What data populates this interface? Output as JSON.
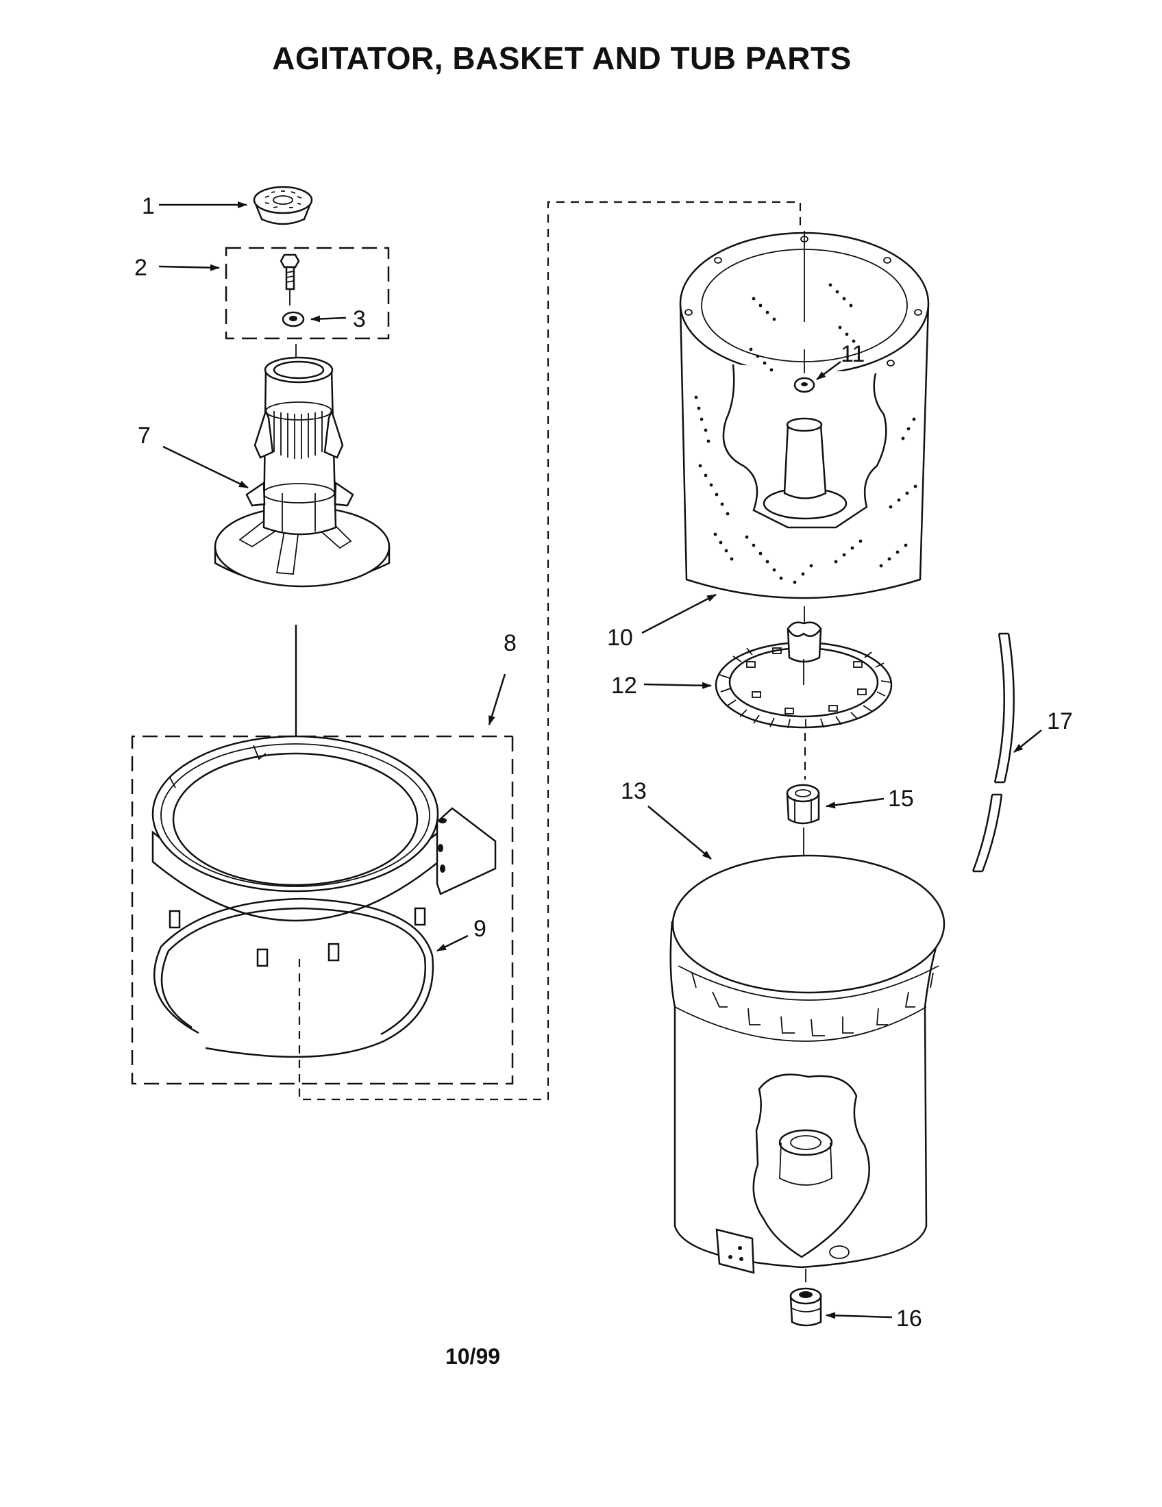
{
  "title": "AGITATOR, BASKET AND TUB PARTS",
  "footer": "10/99",
  "callouts": [
    {
      "id": "1"
    },
    {
      "id": "2"
    },
    {
      "id": "3"
    },
    {
      "id": "7"
    },
    {
      "id": "8"
    },
    {
      "id": "9"
    },
    {
      "id": "10"
    },
    {
      "id": "11"
    },
    {
      "id": "12"
    },
    {
      "id": "13"
    },
    {
      "id": "15"
    },
    {
      "id": "16"
    },
    {
      "id": "17"
    }
  ]
}
